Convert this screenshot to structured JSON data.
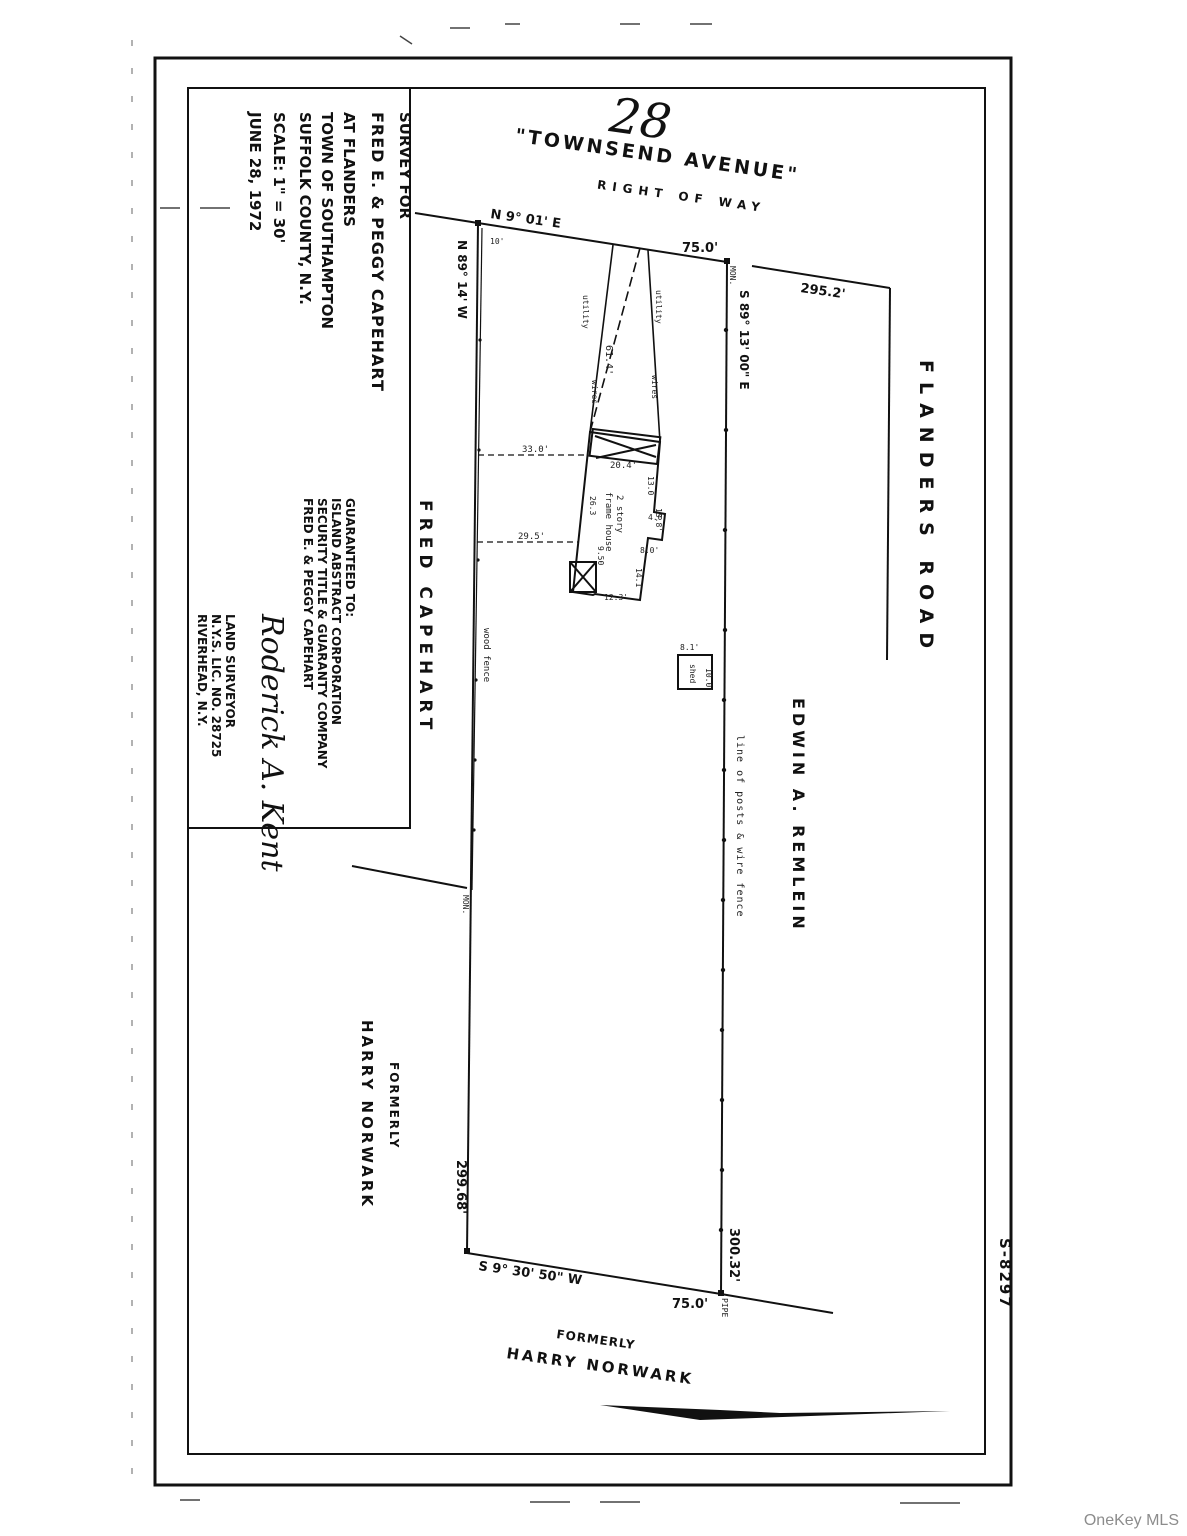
{
  "sheet_number": "28",
  "drawing_number": "S-8297",
  "title_block": {
    "lines": [
      "SURVEY FOR",
      "FRED E. & PEGGY CAPEHART",
      "AT FLANDERS",
      "TOWN OF SOUTHAMPTON",
      "SUFFOLK COUNTY, N.Y.",
      "SCALE: 1\" = 30'",
      "JUNE 28, 1972"
    ]
  },
  "guarantee_block": {
    "lines": [
      "GUARANTEED TO:",
      "ISLAND ABSTRACT CORPORATION",
      "SECURITY TITLE & GUARANTY COMPANY",
      "FRED E. & PEGGY CAPEHART"
    ]
  },
  "surveyor_block": {
    "signature": "Roderick A. Kent",
    "lines": [
      "LAND SURVEYOR",
      "N.Y.S. LIC. NO. 28725",
      "RIVERHEAD, N.Y."
    ]
  },
  "roads": {
    "townsend_avenue": "\"TOWNSEND AVENUE\"",
    "right_of_way": "RIGHT OF WAY",
    "flanders_road": "FLANDERS ROAD",
    "flanders_distance": "295.2'"
  },
  "adjoining_owners": {
    "west": "FRED CAPEHART",
    "east": "EDWIN A. REMLEIN",
    "south_formerly": "FORMERLY",
    "south_owner": "HARRY NORWARK",
    "bottom_formerly": "FORMERLY",
    "bottom_owner": "HARRY NORWARK"
  },
  "bearings": {
    "north": "N 9° 01' E",
    "west": "N 89° 14' W",
    "east": "S 89° 13' 00\" E",
    "south": "S 9° 30' 50\" W"
  },
  "distances": {
    "north": "75.0'",
    "south": "75.0'",
    "west": "299.68'",
    "east": "300.32'"
  },
  "annotations": {
    "monument": "MON.",
    "pipe": "PIPE",
    "setback_1": "33.0'",
    "setback_2": "29.5'",
    "setback_10": "10'",
    "utility_1": "utility",
    "utility_2": "utility",
    "wires_1": "wires",
    "wires_2": "wires",
    "driveway": "61.4'",
    "house_label_1": "2 story",
    "house_label_2": "frame house",
    "house_front": "20.4'",
    "house_dim_1": "13.0",
    "house_dim_2": "26.3",
    "house_dim_3": "9.50",
    "house_dim_4": "14.1",
    "house_dim_5": "12.3'",
    "house_dim_6": "8.0'",
    "house_dim_7": "4.0",
    "house_dim_8": "13.8'",
    "shed_1": "8.1'",
    "shed_2": "10.0'",
    "shed_3": "shed",
    "wood_fence": "wood fence",
    "fence_line": "line of posts & wire fence"
  },
  "watermark": "OneKey MLS"
}
